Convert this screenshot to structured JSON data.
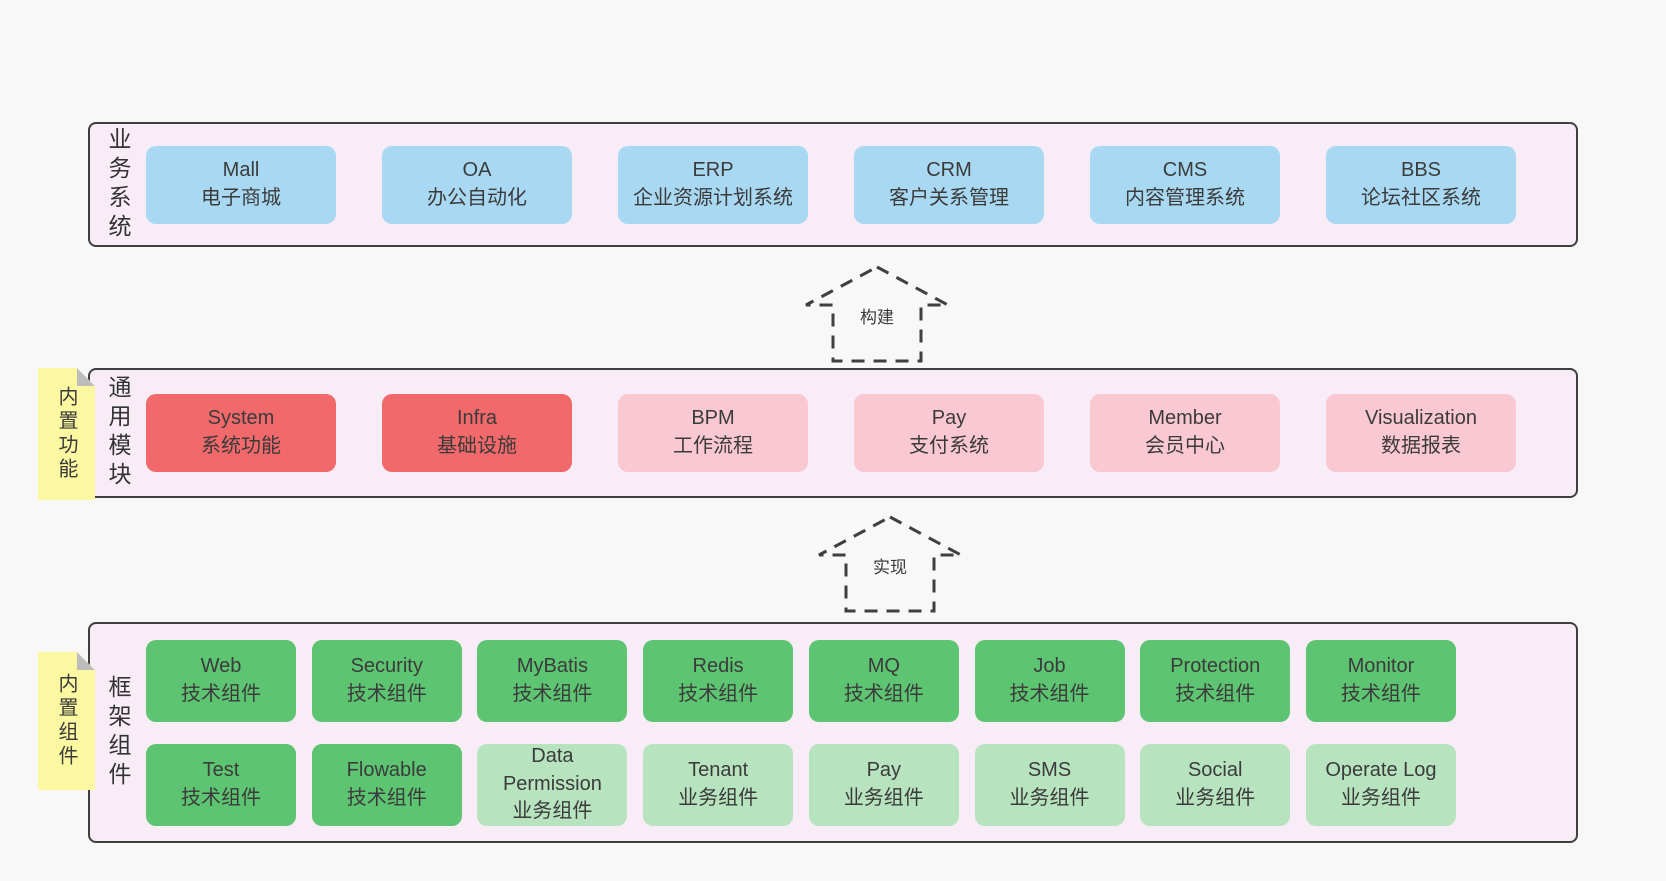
{
  "colors": {
    "page_bg": "#f8f8f8",
    "band_bg": "#f8edf7",
    "border": "#3f3f3f",
    "blue": "#a9d9f2",
    "red": "#f1696a",
    "pink": "#f9c8d2",
    "green": "#5dc471",
    "green_light": "#b7e3bf",
    "sticky": "#fbf8a1",
    "fold": "#bdbdbd"
  },
  "layers": [
    {
      "label": "业务系统",
      "boxes": [
        {
          "name": "Mall",
          "desc": "电子商城",
          "variant": "blue"
        },
        {
          "name": "OA",
          "desc": "办公自动化",
          "variant": "blue"
        },
        {
          "name": "ERP",
          "desc": "企业资源计划系统",
          "variant": "blue"
        },
        {
          "name": "CRM",
          "desc": "客户关系管理",
          "variant": "blue"
        },
        {
          "name": "CMS",
          "desc": "内容管理系统",
          "variant": "blue"
        },
        {
          "name": "BBS",
          "desc": "论坛社区系统",
          "variant": "blue"
        }
      ]
    },
    {
      "label": "通用模块",
      "sticky": "内置功能",
      "boxes": [
        {
          "name": "System",
          "desc": "系统功能",
          "variant": "red"
        },
        {
          "name": "Infra",
          "desc": "基础设施",
          "variant": "red"
        },
        {
          "name": "BPM",
          "desc": "工作流程",
          "variant": "pink"
        },
        {
          "name": "Pay",
          "desc": "支付系统",
          "variant": "pink"
        },
        {
          "name": "Member",
          "desc": "会员中心",
          "variant": "pink"
        },
        {
          "name": "Visualization",
          "desc": "数据报表",
          "variant": "pink"
        }
      ]
    },
    {
      "label": "框架组件",
      "sticky": "内置组件",
      "rows": [
        [
          {
            "name": "Web",
            "desc": "技术组件",
            "variant": "green"
          },
          {
            "name": "Security",
            "desc": "技术组件",
            "variant": "green"
          },
          {
            "name": "MyBatis",
            "desc": "技术组件",
            "variant": "green"
          },
          {
            "name": "Redis",
            "desc": "技术组件",
            "variant": "green"
          },
          {
            "name": "MQ",
            "desc": "技术组件",
            "variant": "green"
          },
          {
            "name": "Job",
            "desc": "技术组件",
            "variant": "green"
          },
          {
            "name": "Protection",
            "desc": "技术组件",
            "variant": "green"
          },
          {
            "name": "Monitor",
            "desc": "技术组件",
            "variant": "green"
          }
        ],
        [
          {
            "name": "Test",
            "desc": "技术组件",
            "variant": "green"
          },
          {
            "name": "Flowable",
            "desc": "技术组件",
            "variant": "green"
          },
          {
            "name": "Data Permission",
            "desc": "业务组件",
            "variant": "green_light"
          },
          {
            "name": "Tenant",
            "desc": "业务组件",
            "variant": "green_light"
          },
          {
            "name": "Pay",
            "desc": "业务组件",
            "variant": "green_light"
          },
          {
            "name": "SMS",
            "desc": "业务组件",
            "variant": "green_light"
          },
          {
            "name": "Social",
            "desc": "业务组件",
            "variant": "green_light"
          },
          {
            "name": "Operate Log",
            "desc": "业务组件",
            "variant": "green_light"
          }
        ]
      ]
    }
  ],
  "arrows": [
    {
      "label": "构建"
    },
    {
      "label": "实现"
    }
  ]
}
